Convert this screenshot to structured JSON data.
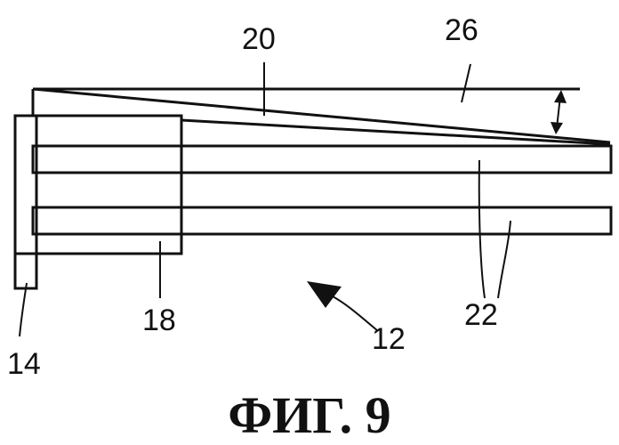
{
  "figure": {
    "caption": "ФИГ. 9",
    "labels": {
      "ref_20": "20",
      "ref_26": "26",
      "ref_18": "18",
      "ref_14": "14",
      "ref_12": "12",
      "ref_22": "22"
    }
  },
  "colors": {
    "line": "#111111",
    "background": "#ffffff"
  }
}
